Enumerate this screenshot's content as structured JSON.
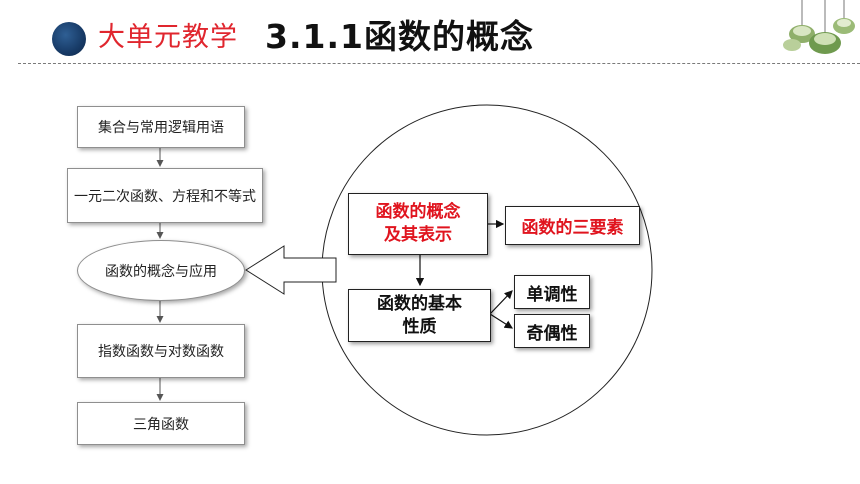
{
  "header": {
    "tag": "大单元教学",
    "title": "3.1.1函数的概念"
  },
  "flow": {
    "items": [
      "集合与常用逻辑用语",
      "一元二次函数、方程和不等式",
      "函数的概念与应用",
      "指数函数与对数函数",
      "三角函数"
    ]
  },
  "detail": {
    "concept": "函数的概念\n及其表示",
    "three_elements": "函数的三要素",
    "properties": "函数的基本\n性质",
    "monotonic": "单调性",
    "parity": "奇偶性"
  },
  "colors": {
    "accent_red": "#e0141e",
    "header_dot": "#173a66"
  },
  "icons": [
    "hanging-lamps-decoration"
  ]
}
